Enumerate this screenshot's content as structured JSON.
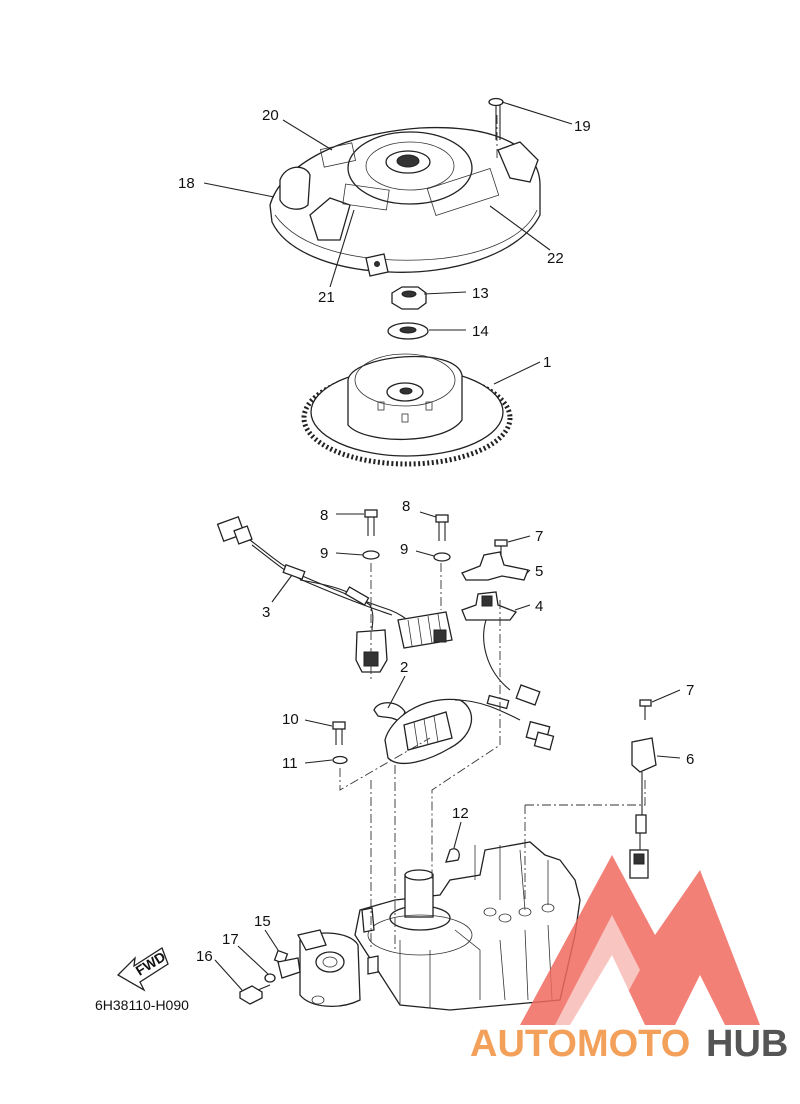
{
  "diagram_code": "6H38110-H090",
  "fwd_label": "FWD",
  "watermark": {
    "part1": "AUTOMOTO",
    "part2": "HUB",
    "color1": "#f2a05a",
    "color2": "#555555",
    "logo_color": "#f06a5f"
  },
  "callouts": {
    "c1": "1",
    "c2": "2",
    "c3": "3",
    "c4": "4",
    "c5": "5",
    "c6": "6",
    "c7a": "7",
    "c7b": "7",
    "c8a": "8",
    "c8b": "8",
    "c9a": "9",
    "c9b": "9",
    "c10": "10",
    "c11": "11",
    "c12": "12",
    "c13": "13",
    "c14": "14",
    "c15": "15",
    "c16": "16",
    "c17": "17",
    "c18": "18",
    "c19": "19",
    "c20": "20",
    "c21": "21",
    "c22": "22"
  }
}
